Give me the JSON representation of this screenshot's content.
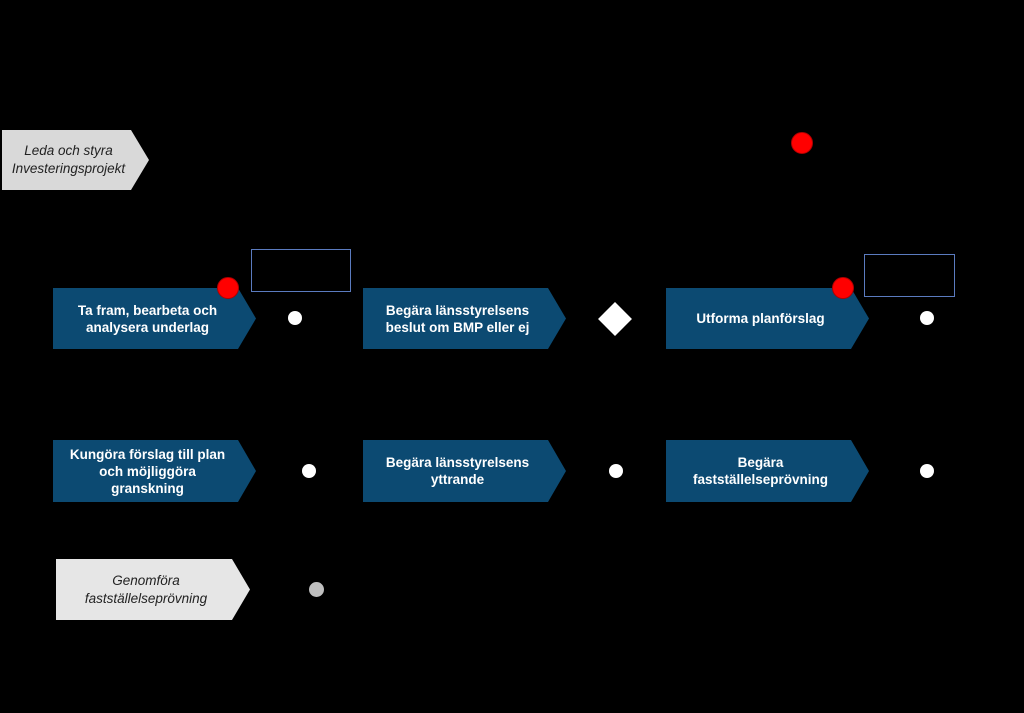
{
  "header_step": {
    "label": "Leda och styra Investeringsprojekt"
  },
  "row1": [
    {
      "label": "Ta fram, bearbeta och analysera underlag"
    },
    {
      "label": "Begära länsstyrelsens beslut om BMP eller ej"
    },
    {
      "label": "Utforma planförslag"
    }
  ],
  "row2": [
    {
      "label": "Kungöra  förslag till plan och möjliggöra granskning"
    },
    {
      "label": "Begära länsstyrelsens yttrande"
    },
    {
      "label": "Begära fastställelseprövning"
    }
  ],
  "final_step": {
    "label": "Genomföra fastställelseprövning"
  },
  "colors": {
    "process_blue": "#0c4a72",
    "milestone_red": "#ff0000",
    "gray_step": "#d9d9d9",
    "note_border": "#5b7bbf"
  }
}
